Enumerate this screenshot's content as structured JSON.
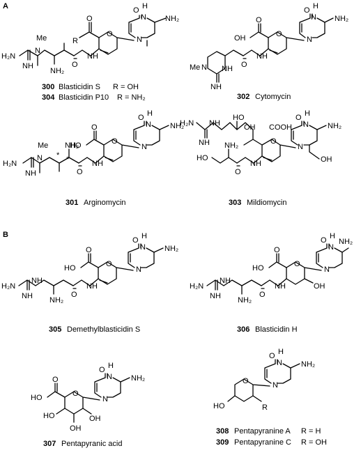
{
  "panels": {
    "a": "A",
    "b": "B"
  },
  "compounds": {
    "c300": {
      "num": "300",
      "name": "Blasticidin S",
      "sub": "R = OH"
    },
    "c304": {
      "num": "304",
      "name": "Blasticidin P10",
      "sub": "R = NH₂"
    },
    "c302": {
      "num": "302",
      "name": "Cytomycin"
    },
    "c301": {
      "num": "301",
      "name": "Arginomycin"
    },
    "c303": {
      "num": "303",
      "name": "Mildiomycin"
    },
    "c305": {
      "num": "305",
      "name": "Demethylblasticidin S"
    },
    "c306": {
      "num": "306",
      "name": "Blasticidin H"
    },
    "c307": {
      "num": "307",
      "name": "Pentapyranic acid"
    },
    "c308": {
      "num": "308",
      "name": "Pentapyranine A",
      "sub": "R = H"
    },
    "c309": {
      "num": "309",
      "name": "Pentapyranine C",
      "sub": "R = OH"
    }
  },
  "atoms": {
    "h2n": "H₂N",
    "nh2": "NH₂",
    "nh": "NH",
    "n": "N",
    "h": "H",
    "o": "O",
    "oh": "OH",
    "ho": "HO",
    "me": "Me",
    "r": "R",
    "cooh": "COOH",
    "star": "*"
  }
}
